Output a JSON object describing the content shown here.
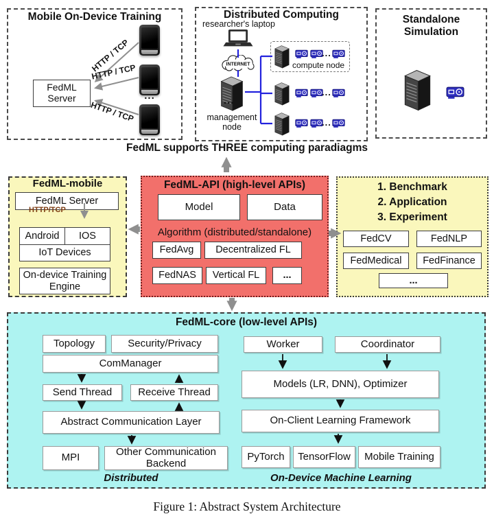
{
  "caption": "Figure 1: Abstract System Architecture",
  "banner": "FedML supports THREE computing paradiagms",
  "paradigms": {
    "mobile": {
      "title": "Mobile On-Device Training",
      "server": "FedML Server",
      "link": "HTTP / TCP",
      "dots": "..."
    },
    "distributed": {
      "title": "Distributed Computing",
      "laptop": "researcher's laptop",
      "internet": "INTERNET",
      "compute_node": "compute node",
      "management": "management node",
      "dots": "..."
    },
    "standalone": {
      "title": "Standalone Simulation"
    }
  },
  "mobile_module": {
    "title": "FedML-mobile",
    "server": "FedML Server",
    "protocol": "HTTP/TCP",
    "android": "Android",
    "ios": "IOS",
    "iot": "IoT Devices",
    "engine": "On-device Training Engine"
  },
  "api_module": {
    "title": "FedML-API (high-level APIs)",
    "model": "Model",
    "data": "Data",
    "algorithm": "Algorithm (distributed/standalone)",
    "fedavg": "FedAvg",
    "decentralized": "Decentralized FL",
    "fednas": "FedNAS",
    "vertical": "Vertical FL",
    "dots": "..."
  },
  "app_module": {
    "items": [
      "1. Benchmark",
      "2. Application",
      "3. Experiment"
    ],
    "fedcv": "FedCV",
    "fednlp": "FedNLP",
    "fedmedical": "FedMedical",
    "fedfinance": "FedFinance",
    "dots": "..."
  },
  "core_module": {
    "title": "FedML-core (low-level APIs)",
    "topology": "Topology",
    "security": "Security/Privacy",
    "commanager": "ComManager",
    "send_thread": "Send Thread",
    "receive_thread": "Receive Thread",
    "acl": "Abstract Communication Layer",
    "mpi": "MPI",
    "other_backend": "Other Communication Backend",
    "distributed_label": "Distributed",
    "worker": "Worker",
    "coordinator": "Coordinator",
    "models": "Models (LR, DNN), Optimizer",
    "framework": "On-Client Learning Framework",
    "pytorch": "PyTorch",
    "tensorflow": "TensorFlow",
    "mobile_training": "Mobile Training",
    "ondevice_label": "On-Device Machine Learning"
  },
  "colors": {
    "yellow_panel": "#faf7bc",
    "red_panel": "#f2706b",
    "cyan_panel": "#aef3f1",
    "blue_line": "#2222dd",
    "gpu_blue": "#2e2ebe",
    "gray_arrow": "#8f8f8f"
  }
}
